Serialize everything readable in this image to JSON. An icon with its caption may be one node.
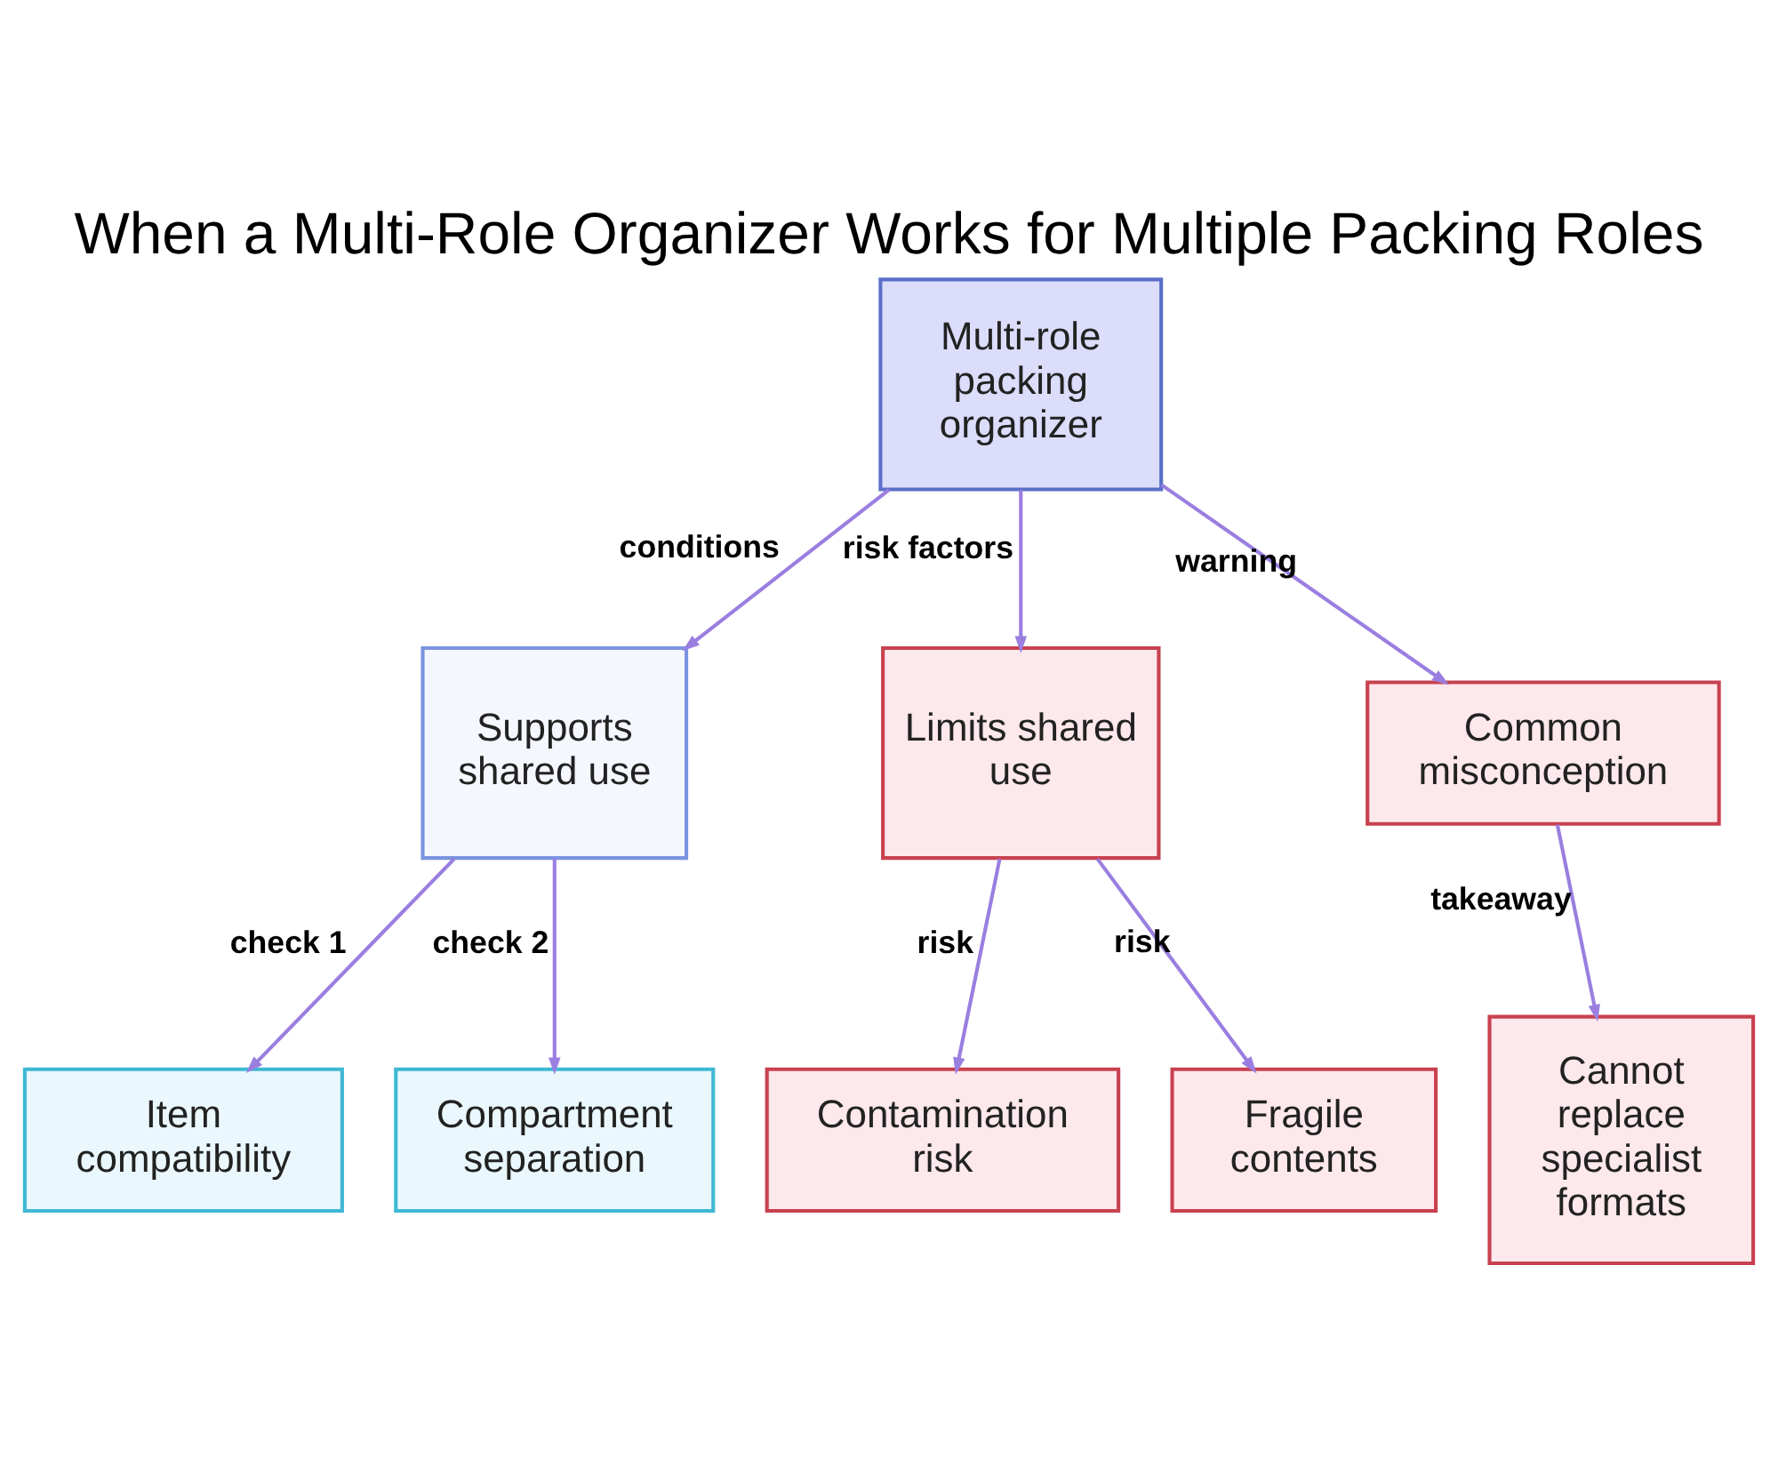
{
  "diagram": {
    "title": "When a Multi-Role Organizer Works for Multiple Packing Roles",
    "nodes": [
      {
        "text": [
          "Multi-role packing organizer"
        ]
      },
      {
        "text": [
          "Supports shared use"
        ]
      },
      {
        "text": [
          "Limits shared use"
        ]
      },
      {
        "text": [
          "Common misconception"
        ]
      },
      {
        "text": [
          "Item compatibility"
        ]
      },
      {
        "text": [
          "Compartment separation"
        ]
      },
      {
        "text": [
          "Contamination risk"
        ]
      },
      {
        "text": [
          "Fragile contents"
        ]
      },
      {
        "text": [
          "Cannot replace specialist formats"
        ]
      }
    ],
    "edges": [
      {
        "from": 0,
        "to": 1,
        "arrow": "to",
        "label": "conditions"
      },
      {
        "from": 0,
        "to": 2,
        "arrow": "to",
        "label": "risk factors"
      },
      {
        "from": 0,
        "to": 3,
        "arrow": "to",
        "label": "warning"
      },
      {
        "from": 1,
        "to": 4,
        "arrow": "to",
        "label": "check 1"
      },
      {
        "from": 1,
        "to": 5,
        "arrow": "to",
        "label": "check 2"
      },
      {
        "from": 2,
        "to": 6,
        "arrow": "to",
        "label": "risk"
      },
      {
        "from": 2,
        "to": 7,
        "arrow": "to",
        "label": "risk"
      },
      {
        "from": 3,
        "to": 8,
        "arrow": "to",
        "label": "takeaway"
      }
    ]
  }
}
